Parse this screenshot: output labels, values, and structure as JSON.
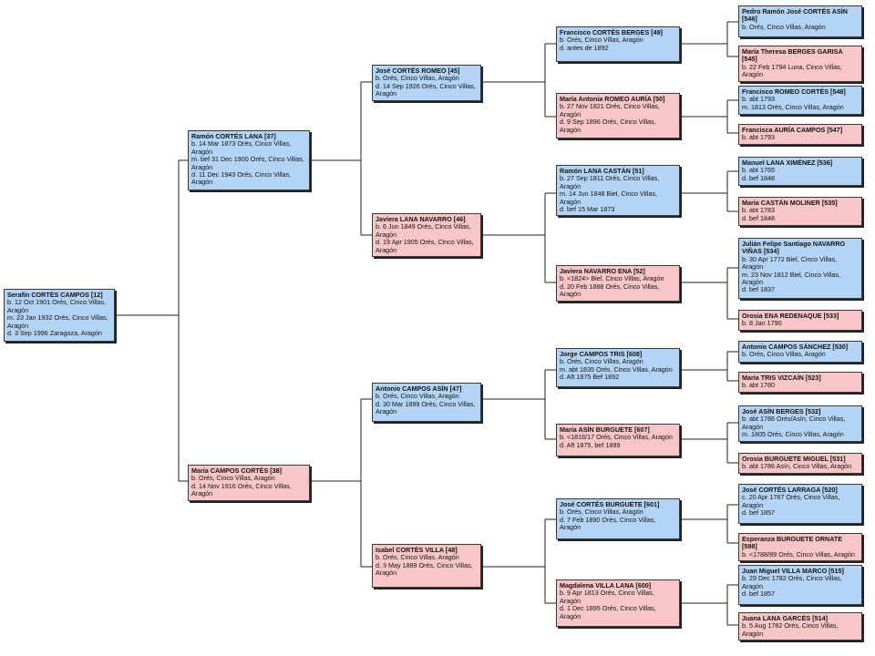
{
  "people": [
    {
      "name": "Serafín CORTÉS CAMPOS [12]",
      "sex": "male",
      "lines": [
        "b. 12 Oct 1901 Orés, Cinco Villas, Aragón",
        "m. 23 Jan 1932 Orés, Cinco Villas, Aragón",
        "d. 3 Sep 1996 Zaragoza, Aragón"
      ]
    },
    {
      "name": "Ramón CORTÉS LANA [37]",
      "sex": "male",
      "lines": [
        "b. 14 Mar 1873 Orés, Cinco Villas, Aragón",
        "m. bef 31 Dec 1900 Orés, Cinco Villas, Aragón",
        "d. 11 Dec 1943 Orés, Cinco Villas, Aragón"
      ]
    },
    {
      "name": "María CAMPOS CORTÉS [38]",
      "sex": "female",
      "lines": [
        "b.  Orés, Cinco Villas, Aragón",
        "d. 14 Nov 1916 Orés, Cinco Villas, Aragón"
      ]
    },
    {
      "name": "José CORTÉS ROMEO [45]",
      "sex": "male",
      "lines": [
        "b.  Orés, Cinco Villas, Aragón",
        "d. 14 Sep 1926 Orés, Cinco Villas, Aragón"
      ]
    },
    {
      "name": "Javiera LANA NAVARRO [46]",
      "sex": "female",
      "lines": [
        "b. 6 Jun 1849 Orés, Cinco Villas, Aragón",
        "d. 19 Apr 1905 Orés, Cinco Villas, Aragón"
      ]
    },
    {
      "name": "Antonio CAMPOS ASÍN [47]",
      "sex": "male",
      "lines": [
        "b.  Orés, Cinco Villas, Aragón",
        "d. 30 Mar 1899 Orés, Cinco Villas, Aragón"
      ]
    },
    {
      "name": "Isabel CORTÉS VILLA [48]",
      "sex": "female",
      "lines": [
        "b.  Orés, Cinco Villas, Aragón",
        "d. 3 May 1889 Orés, Cinco Villas, Aragón"
      ]
    },
    {
      "name": "Francisco CORTÉS BERGES [49]",
      "sex": "male",
      "lines": [
        "b.  Orés, Cinco Villas, Aragón",
        "d. antes de 1892"
      ]
    },
    {
      "name": "María Antonia ROMEO AURÍA [50]",
      "sex": "female",
      "lines": [
        "b. 27 Nov 1821 Orés, Cinco Villas, Aragón",
        "d. 9 Sep 1896 Orés, Cinco Villas, Aragón"
      ]
    },
    {
      "name": "Ramón LANA CASTÁN [51]",
      "sex": "male",
      "lines": [
        "b. 27 Sep 1811 Orés, Cinco Villas, Aragón",
        "m. 14 Jun 1848 Biel, Cinco Villas, Aragón",
        "d. bef 15 Mar 1873"
      ]
    },
    {
      "name": "Javiera NAVARRO ENA [52]",
      "sex": "female",
      "lines": [
        "b. <1824> Biel, Cinco Villas, Aragón",
        "d. 20 Feb 1888 Orés, Cinco Villas, Aragón"
      ]
    },
    {
      "name": "Jorge CAMPOS TRIS [608]",
      "sex": "male",
      "lines": [
        "b.  Orés, Cinco Villas, Aragón",
        "m. abt 1835 Orés, Cinco Villas, Aragón",
        "d. Aft 1875 Bef 1892"
      ]
    },
    {
      "name": "María ASÍN BURGUETE [607]",
      "sex": "female",
      "lines": [
        "b. <1816/17 Orés, Cinco Villas, Aragón",
        "d. Aft 1875, bef 1899"
      ]
    },
    {
      "name": "José CORTÉS BURGUETE [601]",
      "sex": "male",
      "lines": [
        "b.  Orés, Cinco Villas, Aragón",
        "d. 7 Feb 1890 Orés, Cinco Villas, Aragón"
      ]
    },
    {
      "name": "Magdalena VILLA LANA [600]",
      "sex": "female",
      "lines": [
        "b. 9 Apr 1813 Orés, Cinco Villas, Aragón",
        "d. 1 Dec 1895 Orés, Cinco Villas, Aragón"
      ]
    },
    {
      "name": "Pedro Ramón José CORTÉS ASÍN [546]",
      "sex": "male",
      "lines": [
        "b.  Orés, Cinco Villas, Aragón"
      ]
    },
    {
      "name": "María Theresa BERGES GARISA [545]",
      "sex": "female",
      "lines": [
        "b. 22 Feb 1794 Luna, Cinco Villas, Aragón"
      ]
    },
    {
      "name": "Francisco ROMEO CORTÉS [548]",
      "sex": "male",
      "lines": [
        "b. abt 1793",
        "m. 1813 Orés, Cinco Villas, Aragón"
      ]
    },
    {
      "name": "Francisca AURÍA CAMPOS [547]",
      "sex": "female",
      "lines": [
        "b. abt 1793"
      ]
    },
    {
      "name": "Manuel LANA XIMÉNEZ [536]",
      "sex": "male",
      "lines": [
        "b. abt 1765",
        "d. bef 1848"
      ]
    },
    {
      "name": "María CASTÁN MOLINER [535]",
      "sex": "female",
      "lines": [
        "b. abt 1783",
        "d. bef 1848"
      ]
    },
    {
      "name": "Julián Felipe Santiago NAVARRO VIÑAS [534]",
      "sex": "male",
      "lines": [
        "b. 30 Apr 1772 Biel, Cinco Villas, Aragón",
        "m. 23 Nov 1812 Biel, Cinco Villas, Aragón",
        "d. bef 1837"
      ]
    },
    {
      "name": "Orosia ENA REDENAQUE [533]",
      "sex": "female",
      "lines": [
        "b. 8 Jan 1790"
      ]
    },
    {
      "name": "Antonio CAMPOS SÁNCHEZ [530]",
      "sex": "male",
      "lines": [
        "b.  Orés, Cinco Villas, Aragón"
      ]
    },
    {
      "name": "María TRIS VIZCAÍN [523]",
      "sex": "female",
      "lines": [
        "b. abt 1780"
      ]
    },
    {
      "name": "José ASÍN BERGES [532]",
      "sex": "male",
      "lines": [
        "b. abt 1786 Orés/Asín, Cinco Villas, Aragón",
        "m. 1805 Orés, Cinco Villas, Aragón"
      ]
    },
    {
      "name": "Orosia BURGUETE MIGUEL [531]",
      "sex": "female",
      "lines": [
        "b. abt 1786 Asín, Cinco Villas, Aragón"
      ]
    },
    {
      "name": "José CORTÉS LARRAGA [520]",
      "sex": "male",
      "lines": [
        "c. 20 Apr 1767 Orés, Cinco Villas, Aragón",
        "d. bef 1857"
      ]
    },
    {
      "name": "Esperanza BURGUETE ORNATE [598]",
      "sex": "female",
      "lines": [
        "b. <1788/89 Orés, Cinco Villas, Aragón"
      ]
    },
    {
      "name": "Juan Miguel VILLA MARCO [515]",
      "sex": "male",
      "lines": [
        "b. 29 Dec 1782 Orés, Cinco Villas, Aragón",
        "d. bef 1857"
      ]
    },
    {
      "name": "Juana LANA GARCÉS [514]",
      "sex": "female",
      "lines": [
        "b. 5 Aug 1782 Orés, Cinco Villas, Aragón"
      ]
    }
  ]
}
